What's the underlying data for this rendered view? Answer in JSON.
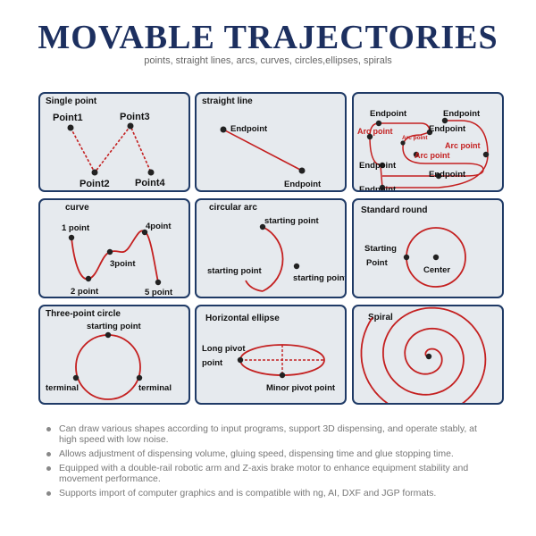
{
  "title": "MOVABLE  TRAJECTORIES",
  "subtitle": "points, straight lines, arcs, curves, circles,ellipses, spirals",
  "panels": {
    "single_point": {
      "title": "Single point",
      "labels": [
        "Point1",
        "Point3",
        "Point2",
        "Point4"
      ]
    },
    "straight_line": {
      "title": "straight line",
      "labels": [
        "Endpoint",
        "Endpoint"
      ]
    },
    "arcs": {
      "labels": [
        "Endpoint",
        "Endpoint",
        "Arc point",
        "Arc point",
        "Endpoint",
        "Arc point",
        "Arc point",
        "Endpoint",
        "Endpoint",
        "Endpoint"
      ]
    },
    "curve": {
      "title": "curve",
      "labels": [
        "1 point",
        "4point",
        "3point",
        "2 point",
        "5 point"
      ]
    },
    "circular_arc": {
      "title": "circular arc",
      "labels": [
        "starting point",
        "starting point",
        "starting point"
      ]
    },
    "standard_round": {
      "title": "Standard round",
      "labels": [
        "Starting",
        "Point",
        "Center"
      ]
    },
    "three_point_circle": {
      "title": "Three-point circle",
      "labels": [
        "starting point",
        "terminal",
        "terminal"
      ]
    },
    "horizontal_ellipse": {
      "title": "Horizontal ellipse",
      "labels": [
        "Long pivot",
        "point",
        "Minor pivot point"
      ]
    },
    "spiral": {
      "title": "Spiral"
    }
  },
  "colors": {
    "title": "#1c2f5f",
    "panel_border": "#1f3a66",
    "panel_bg": "#e6eaee",
    "trajectory": "#c42020"
  },
  "bullets": [
    "Can draw various shapes according to input programs, support 3D dispensing, and operate stably, at high speed with low noise.",
    "Allows adjustment of dispensing volume, gluing speed, dispensing time and glue stopping time.",
    "Equipped with a double-rail robotic arm and Z-axis brake motor to enhance equipment stability and movement performance.",
    "Supports import of computer graphics and is compatible with ng, AI, DXF and JGP formats."
  ]
}
